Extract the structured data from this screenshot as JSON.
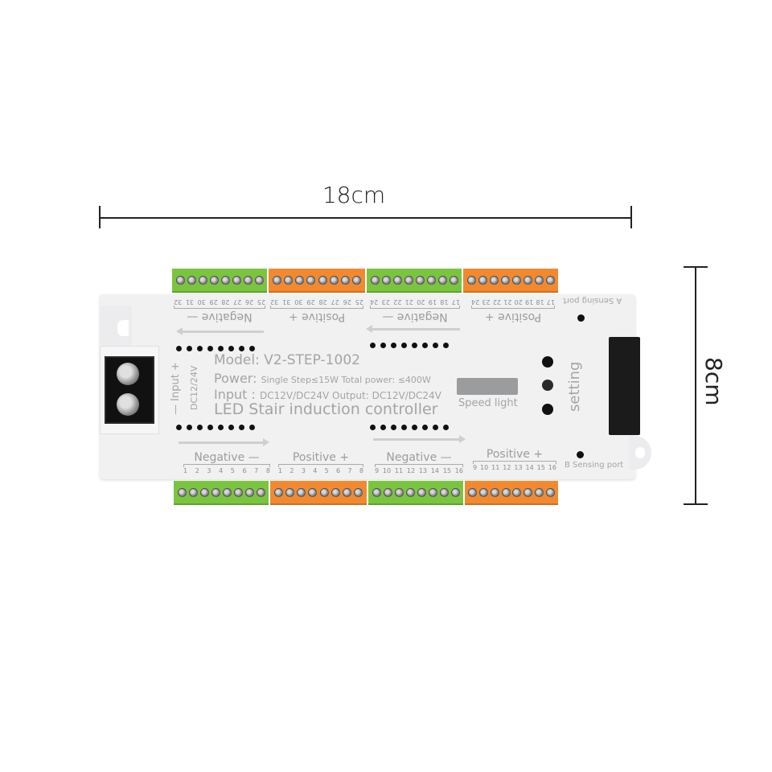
{
  "dimensions": {
    "width_label": "18cm",
    "height_label": "8cm"
  },
  "colors": {
    "green_terminal": "#7bc441",
    "orange_terminal": "#f08a32",
    "case": "#f1f1f2",
    "label_text": "#a4a4a4"
  },
  "device": {
    "model": "Model: V2-STEP-1002",
    "power_prefix": "Power:",
    "power_detail": "Single Step≤15W Total power: ≤400W",
    "input_prefix": "Input :",
    "input_detail": "DC12V/DC24V Output: DC12V/DC24V",
    "product_name": "LED Stair induction controller",
    "input_label": "— Input +",
    "input_voltage": "DC12/24V",
    "speed_light_label": "Speed light",
    "setting_label": "setting",
    "a_sensing_port": "A Sensing port",
    "b_sensing_port": "B Sensing port"
  },
  "top_groups": [
    {
      "label": "Negative —",
      "color": "green",
      "numbers": [
        "25",
        "26",
        "27",
        "28",
        "29",
        "30",
        "31",
        "32"
      ]
    },
    {
      "label": "Positive +",
      "color": "orange",
      "numbers": [
        "25",
        "26",
        "27",
        "28",
        "29",
        "30",
        "31",
        "32"
      ]
    },
    {
      "label": "Negative —",
      "color": "green",
      "numbers": [
        "17",
        "18",
        "19",
        "20",
        "21",
        "22",
        "23",
        "24"
      ]
    },
    {
      "label": "Positive +",
      "color": "orange",
      "numbers": [
        "17",
        "18",
        "19",
        "20",
        "21",
        "22",
        "23",
        "24"
      ]
    }
  ],
  "bottom_groups": [
    {
      "label": "Negative —",
      "color": "green",
      "numbers": [
        "1",
        "2",
        "3",
        "4",
        "5",
        "6",
        "7",
        "8"
      ]
    },
    {
      "label": "Positive +",
      "color": "orange",
      "numbers": [
        "1",
        "2",
        "3",
        "4",
        "5",
        "6",
        "7",
        "8"
      ]
    },
    {
      "label": "Negative —",
      "color": "green",
      "numbers": [
        "9",
        "10",
        "11",
        "12",
        "13",
        "14",
        "15",
        "16"
      ]
    },
    {
      "label": "Positive +",
      "color": "orange",
      "numbers": [
        "9",
        "10",
        "11",
        "12",
        "13",
        "14",
        "15",
        "16"
      ]
    }
  ]
}
